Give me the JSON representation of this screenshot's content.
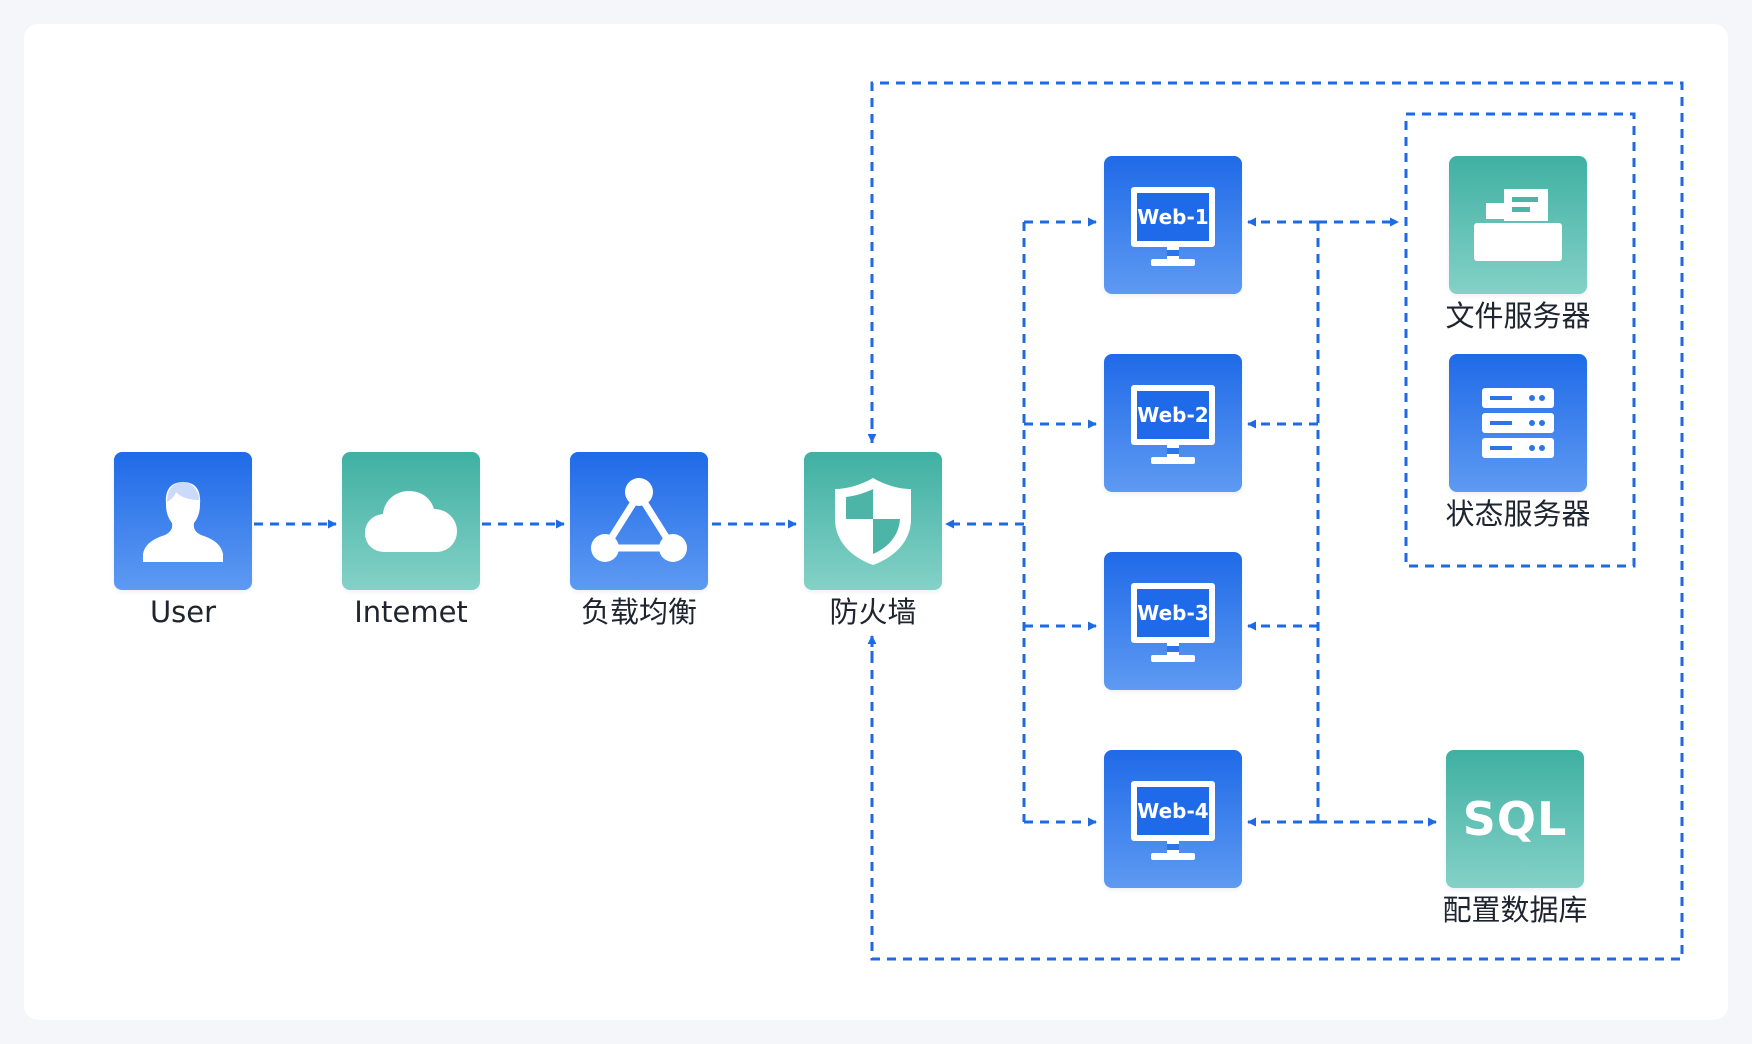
{
  "nodes": {
    "user": {
      "label": "User",
      "icon": "user-icon"
    },
    "internet": {
      "label": "Intemet",
      "icon": "cloud-icon"
    },
    "load_balancer": {
      "label": "负载均衡",
      "icon": "network-triangle-icon"
    },
    "firewall": {
      "label": "防火墙",
      "icon": "shield-icon"
    },
    "web1": {
      "label": "Web-1",
      "icon": "monitor-icon"
    },
    "web2": {
      "label": "Web-2",
      "icon": "monitor-icon"
    },
    "web3": {
      "label": "Web-3",
      "icon": "monitor-icon"
    },
    "web4": {
      "label": "Web-4",
      "icon": "monitor-icon"
    },
    "file_server": {
      "label": "文件服务器",
      "icon": "file-server-icon"
    },
    "state_server": {
      "label": "状态服务器",
      "icon": "server-rack-icon"
    },
    "config_db": {
      "label": "配置数据库",
      "icon_text": "SQL",
      "icon": "sql-database-icon"
    }
  },
  "colors": {
    "blue_top": "#1f6ae8",
    "blue_bottom": "#5e9af2",
    "green_top": "#3fb0a2",
    "green_bottom": "#84d1c7",
    "connector": "#1d6ae5",
    "label_text": "#1e2430",
    "background": "#f4f6fa"
  }
}
